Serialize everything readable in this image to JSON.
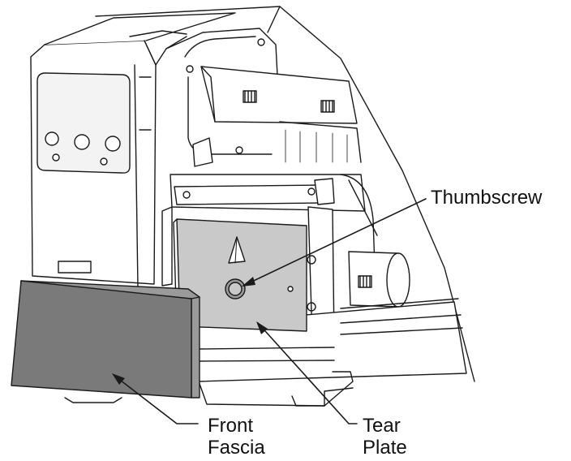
{
  "callouts": {
    "thumbscrew": "Thumbscrew",
    "front_fascia": [
      "Front",
      "Fascia"
    ],
    "tear_plate": [
      "Tear",
      "Plate"
    ]
  },
  "colors": {
    "line": "#1a1a1a",
    "tear_plate_fill": "#c9c9c9",
    "fascia_fill": "#7a7a7a",
    "body_fill": "#ffffff",
    "panel_fill": "#eeeeee"
  }
}
